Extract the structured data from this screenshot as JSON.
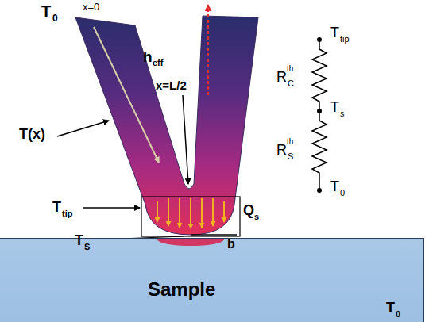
{
  "diagram": {
    "nodes": [
      {
        "text": [
          "Sample",
          "T",
          "0"
        ]
      }
    ],
    "labels": [
      "T",
      "0",
      "x=0",
      "h",
      "eff",
      "T(x)",
      "x=L/2",
      "T",
      "tip",
      "Q",
      "s",
      "T",
      "S",
      "b",
      "R",
      "th",
      "C",
      "T",
      "tip",
      "T",
      "s",
      "R",
      "th",
      "S",
      "T",
      "0"
    ]
  }
}
